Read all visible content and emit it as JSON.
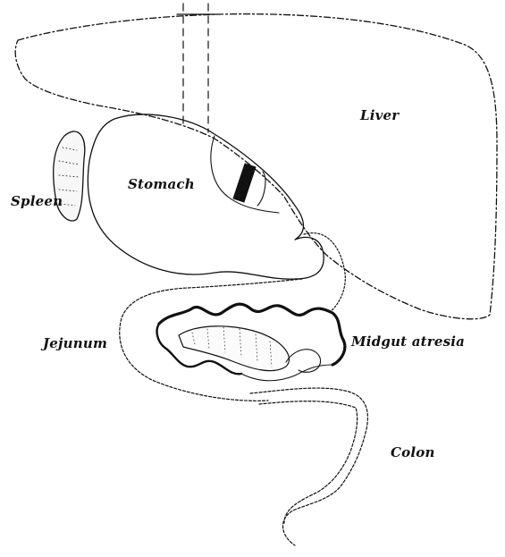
{
  "labels": {
    "liver": "Liver",
    "stomach": "Stomach",
    "spleen": "Spleen",
    "jejunum": "Jejunum",
    "midgut_atresia": "Midgut atresia",
    "colon": "Colon"
  },
  "colors": {
    "ink": "#111111",
    "background": "#ffffff"
  }
}
